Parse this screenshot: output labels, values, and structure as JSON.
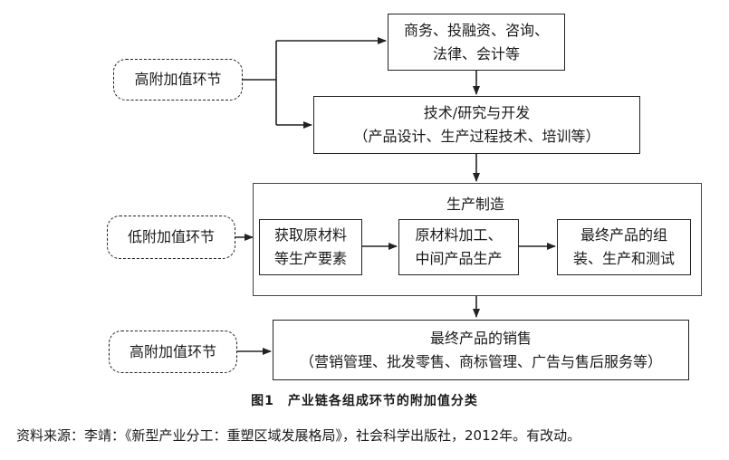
{
  "diagram": {
    "high_value_top": "高附加值环节",
    "services": {
      "line1": "商务、投融资、咨询、",
      "line2": "法律、会计等"
    },
    "rnd": {
      "line1": "技术/研究与开发",
      "line2": "（产品设计、生产过程技术、培训等）"
    },
    "low_value": "低附加值环节",
    "production": {
      "title": "生产制造",
      "step1": {
        "line1": "获取原材料",
        "line2": "等生产要素"
      },
      "step2": {
        "line1": "原材料加工、",
        "line2": "中间产品生产"
      },
      "step3": {
        "line1": "最终产品的组",
        "line2": "装、生产和测试"
      }
    },
    "high_value_bottom": "高附加值环节",
    "sales": {
      "line1": "最终产品的销售",
      "line2": "（营销管理、批发零售、商标管理、广告与售后服务等）"
    }
  },
  "caption": "图1　产业链各组成环节的附加值分类",
  "source": "资料来源：李靖：《新型产业分工：重塑区域发展格局》，社会科学出版社，2012年。有改动。"
}
